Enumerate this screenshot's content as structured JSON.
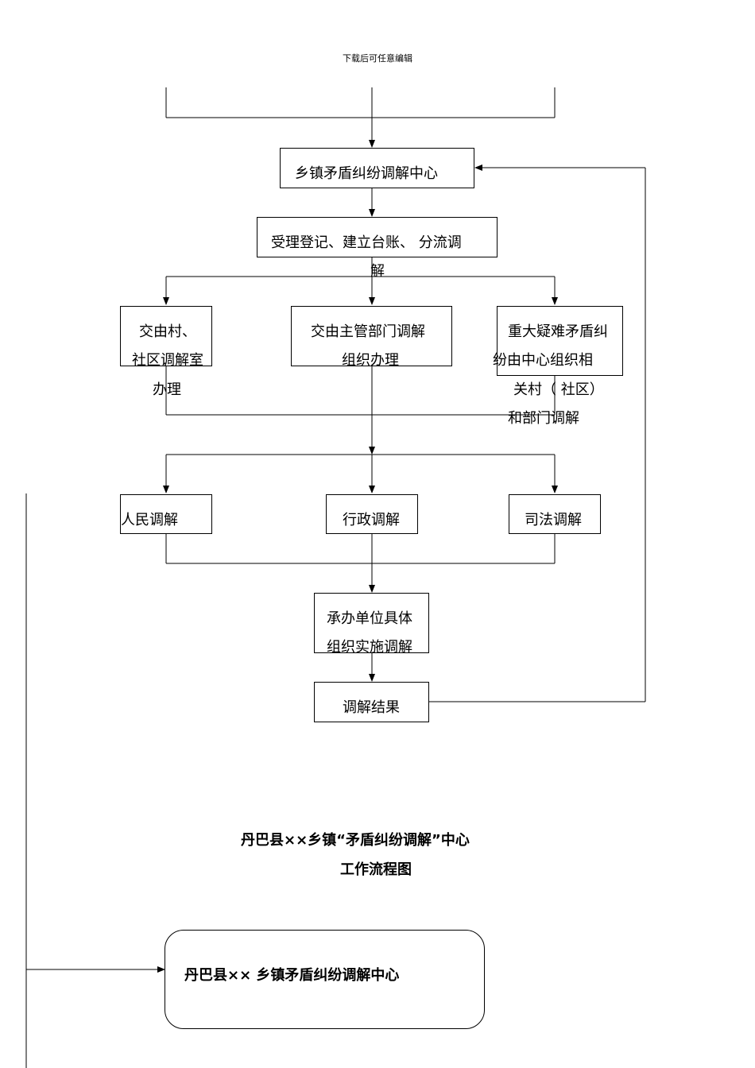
{
  "header": {
    "note": "下载后可任意编辑"
  },
  "flow": {
    "center_box": "乡镇矛盾纠纷调解中心",
    "intake_line1": "受理登记、建立台账、 分流调",
    "intake_line2": "解",
    "village_line1": "交由村、",
    "village_line2": "社区调解室",
    "village_line3": "办理",
    "dept_line1": "交由主管部门调解",
    "dept_line2": "组织办理",
    "major_line1": "重大疑难矛盾纠",
    "major_line2": "纷由中心组织相",
    "major_line3": "关村（ 社区）",
    "major_line4": "和部门调解",
    "civil": "人民调解",
    "admin": "行政调解",
    "judicial": "司法调解",
    "exec_line1": "承办单位具体",
    "exec_line2": "组织实施调解",
    "result": "调解结果"
  },
  "caption": {
    "line1": "丹巴县××乡镇“矛盾纠纷调解”中心",
    "line2": "工作流程图"
  },
  "bottom_box": {
    "label": "丹巴县×× 乡镇矛盾纠纷调解中心"
  }
}
